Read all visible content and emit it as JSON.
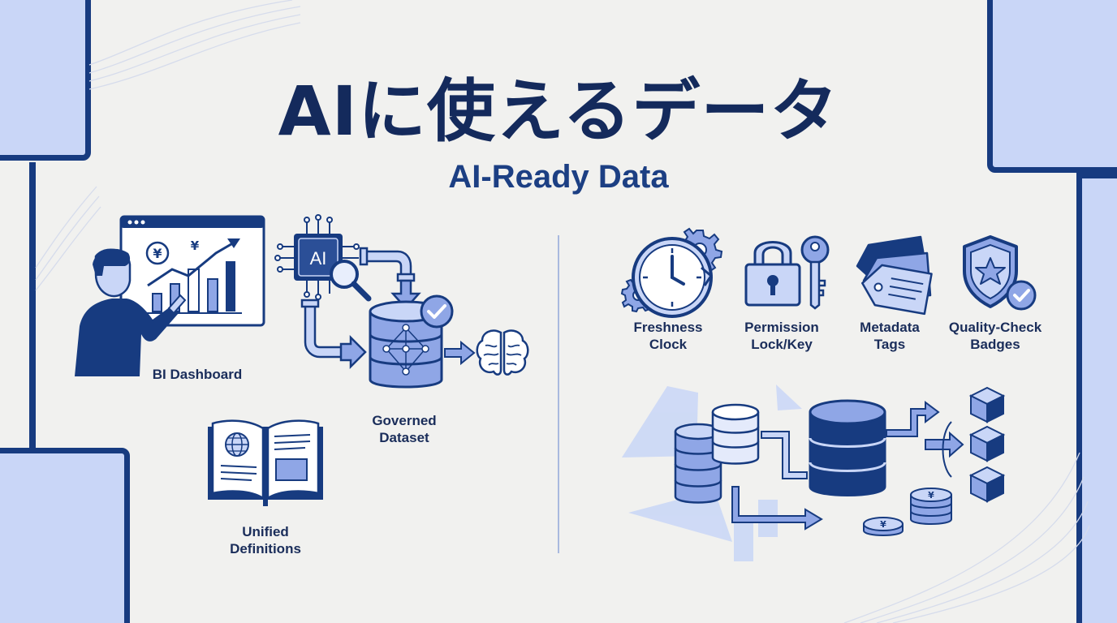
{
  "title": {
    "japanese": "AIに使えるデータ",
    "english": "AI-Ready Data"
  },
  "labels": {
    "bi_dashboard": "BI Dashboard",
    "governed_dataset_line1": "Governed",
    "governed_dataset_line2": "Dataset",
    "unified_definitions_line1": "Unified",
    "unified_definitions_line2": "Definitions",
    "freshness_line1": "Freshness",
    "freshness_line2": "Clock",
    "permission_line1": "Permission",
    "permission_line2": "Lock/Key",
    "metadata_line1": "Metadata",
    "metadata_line2": "Tags",
    "quality_line1": "Quality-Check",
    "quality_line2": "Badges"
  },
  "icon_text": {
    "chip": "AI",
    "yen": "¥"
  },
  "icons": [
    "presenter-icon",
    "dashboard-chart-icon",
    "ai-chip-icon",
    "magnifier-icon",
    "pipe-icon",
    "database-icon",
    "check-badge-icon",
    "brain-icon",
    "open-book-icon",
    "globe-icon",
    "clock-icon",
    "gear-icon",
    "padlock-icon",
    "key-icon",
    "tag-icon",
    "shield-star-icon",
    "cube-icon",
    "coin-stack-icon"
  ],
  "colors": {
    "navy": "#173b80",
    "dark_text": "#142a5c",
    "light_blue": "#c9d6f7",
    "mid_blue": "#8fa6e6",
    "background": "#f1f1ef"
  }
}
